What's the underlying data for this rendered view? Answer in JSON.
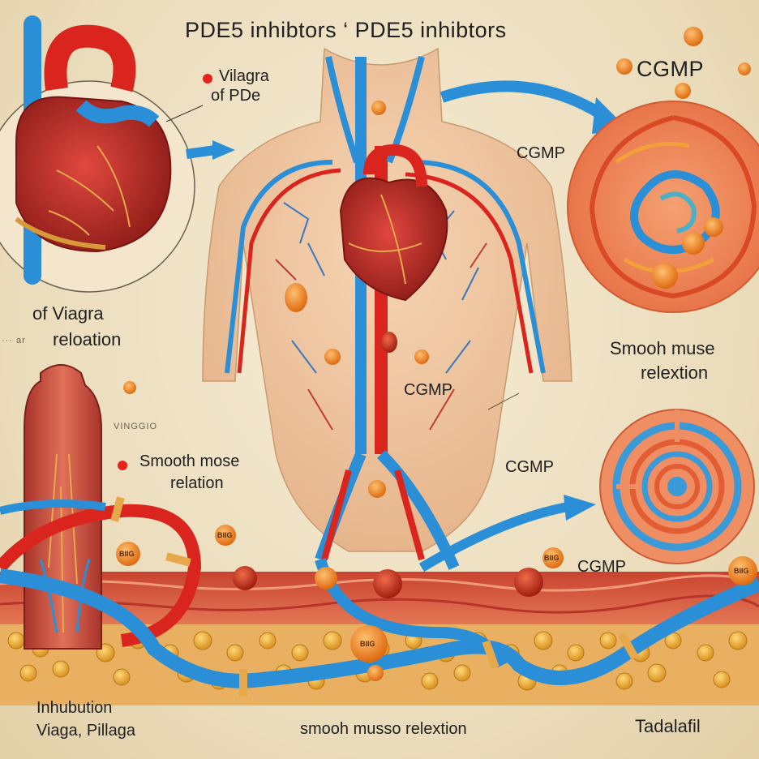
{
  "title": "PDE5 inhibtors ‘ PDE5 inhibtors",
  "labels": {
    "viagra_of_pde_line1": "Vilagra",
    "viagra_of_pde_line2": "of PDe",
    "cgmp_top_right": "CGMP",
    "cgmp_upper_mid": "CGMP",
    "of_viagra": "of Viagra",
    "reloation_prefix": "··· ar",
    "reloation": "reloation",
    "smooth_muse_right_line1": "Smooh muse",
    "smooth_muse_right_line2": "relextion",
    "cgmp_torso": "CGMP",
    "vinggio_small": "VINGGIO",
    "smooth_mose_left_line1": "Smooth mose",
    "smooth_mose_left_line2": "relation",
    "cgmp_right_mid": "CGMP",
    "cgmp_lower": "CGMP",
    "inhubution_line1": "Inhubution",
    "inhubution_line2": "Viaga, Pillaga",
    "bottom_center": "smooh musso relextion",
    "tadalafil": "Tadalafil"
  },
  "pill_texts": {
    "pill_a": "BIIG",
    "pill_b": "BIIG",
    "pill_c": "BIIG",
    "pill_d": "BIIG",
    "pill_e": "BIIG"
  },
  "colors": {
    "background": "#efe3c8",
    "artery_red": "#d9251d",
    "vein_blue": "#2a8fd6",
    "heart_red": "#c8312c",
    "pill_orange": "#f08a24",
    "fat_yellow": "#f2b43a",
    "skin": "#f1c9a4",
    "bullet_red": "#e8221c"
  }
}
